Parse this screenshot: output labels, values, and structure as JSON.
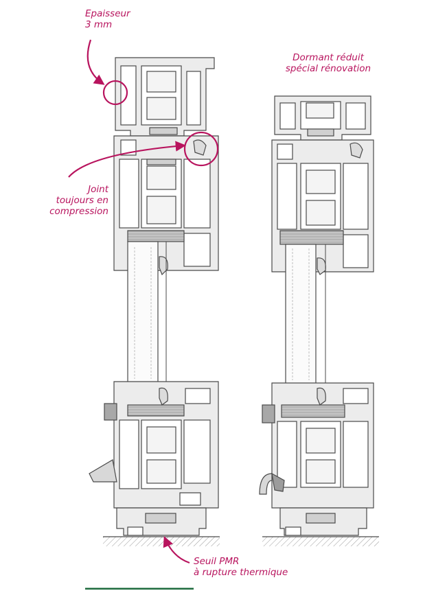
{
  "annotations": {
    "thickness": [
      "Epaisseur",
      "3 mm"
    ],
    "reduced_frame": [
      "Dormant réduit",
      "spécial rénovation"
    ],
    "gasket": [
      "Joint",
      "toujours en",
      "compression"
    ],
    "threshold": [
      "Seuil PMR",
      "à rupture thermique"
    ]
  },
  "colors": {
    "accent": "#b8145e",
    "outline": "#4a4a4a",
    "profile_fill": "#e9e9e9",
    "hatch": "#9a9a9a",
    "footer_rule": "#1e6b3e"
  }
}
